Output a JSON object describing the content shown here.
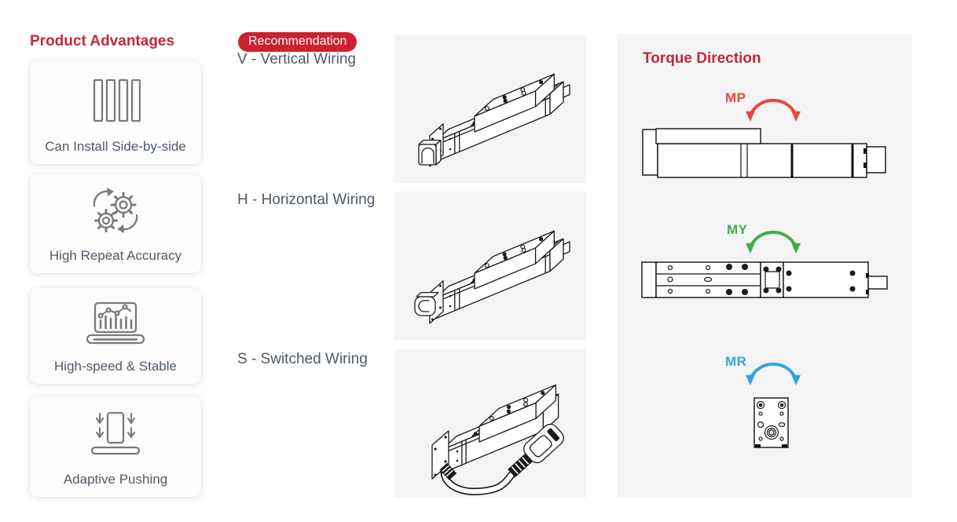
{
  "colors": {
    "heading_red": "#c2293a",
    "badge_red": "#ce2130",
    "mp_arrow_red": "#e8483c",
    "my_arrow_green": "#3fae49",
    "mr_arrow_blue": "#36a3dd",
    "panel_gray": "#f4f4f5",
    "body_text": "#4e5a68",
    "line_art": "#1a1a1a"
  },
  "advantages": {
    "title": "Product Advantages",
    "cards": [
      {
        "label": "Can Install Side-by-side",
        "icon": "side-by-side-panels-icon"
      },
      {
        "label": "High Repeat Accuracy",
        "icon": "rotating-gears-icon"
      },
      {
        "label": "High-speed & Stable",
        "icon": "laptop-chart-icon"
      },
      {
        "label": "Adaptive Pushing",
        "icon": "push-down-icon"
      }
    ]
  },
  "wiring": {
    "badge_label": "Recommendation",
    "options": [
      {
        "label": "V - Vertical Wiring",
        "drawing": "actuator-isometric-vertical-connector"
      },
      {
        "label": "H - Horizontal Wiring",
        "drawing": "actuator-isometric-horizontal-connector"
      },
      {
        "label": "S - Switched Wiring",
        "drawing": "actuator-isometric-switched-cable"
      }
    ]
  },
  "torque": {
    "title": "Torque Direction",
    "rows": [
      {
        "label": "MP",
        "arrow_color": "#e8483c",
        "view": "actuator-side-view"
      },
      {
        "label": "MY",
        "arrow_color": "#3fae49",
        "view": "actuator-top-view"
      },
      {
        "label": "MR",
        "arrow_color": "#36a3dd",
        "view": "actuator-end-view"
      }
    ]
  }
}
